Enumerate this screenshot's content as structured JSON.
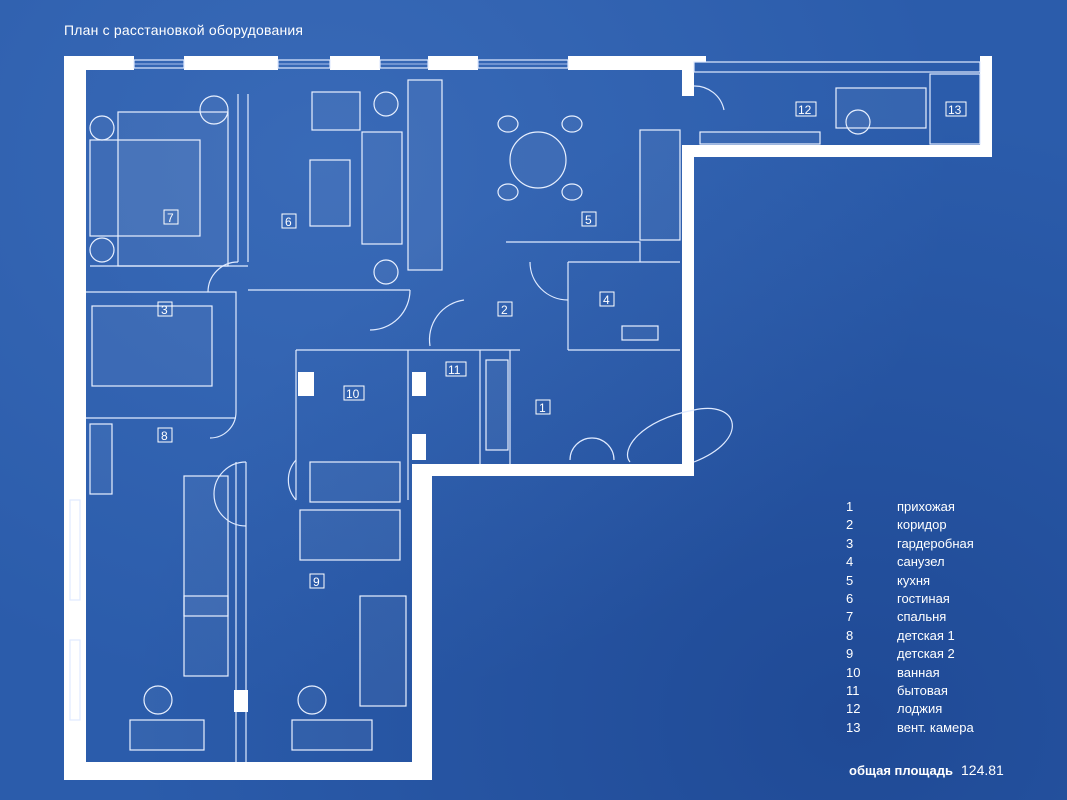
{
  "title": "План с расстановкой оборудования",
  "rooms": [
    {
      "number": "1",
      "name": "прихожая"
    },
    {
      "number": "2",
      "name": "коридор"
    },
    {
      "number": "3",
      "name": "гардеробная"
    },
    {
      "number": "4",
      "name": "санузел"
    },
    {
      "number": "5",
      "name": "кухня"
    },
    {
      "number": "6",
      "name": "гостиная"
    },
    {
      "number": "7",
      "name": "спальня"
    },
    {
      "number": "8",
      "name": "детская 1"
    },
    {
      "number": "9",
      "name": "детская 2"
    },
    {
      "number": "10",
      "name": "ванная"
    },
    {
      "number": "11",
      "name": "бытовая"
    },
    {
      "number": "12",
      "name": "лоджия"
    },
    {
      "number": "13",
      "name": "вент. камера"
    }
  ],
  "total_area": {
    "label": "общая площадь",
    "value": "124.81"
  },
  "colors": {
    "background": "#2b5cab",
    "lines": "#ffffff"
  }
}
